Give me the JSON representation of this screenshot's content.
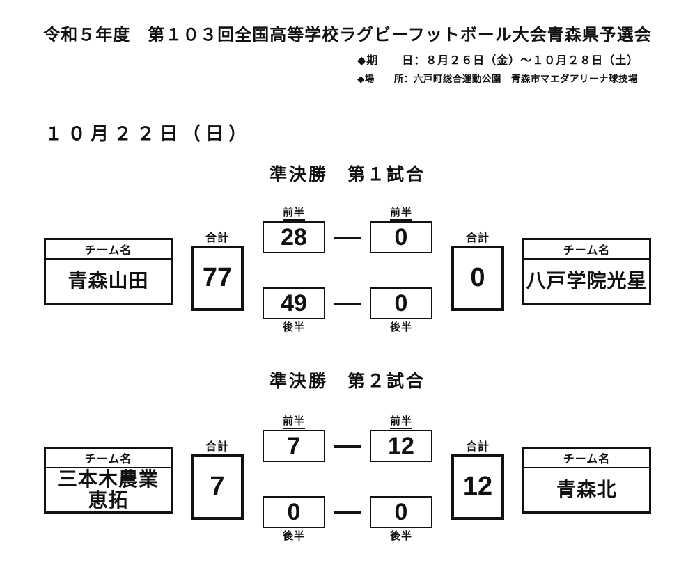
{
  "header": {
    "title": "令和５年度　第１０３回全国高等学校ラグビーフットボール大会青森県予選会",
    "period_line": "◆期　　日：８月２６日（金）～１０月２８日（土）",
    "venue_line": "◆場　　所：六戸町総合運動公園　青森市マエダアリーナ球技場"
  },
  "date_heading": "１０月２２日（日）",
  "labels": {
    "team_name": "チーム名",
    "total": "合計",
    "first_half": "前半",
    "second_half": "後半"
  },
  "matches": [
    {
      "title": "準決勝　第１試合",
      "left": {
        "name": "青森山田",
        "total": "77",
        "first_half": "28",
        "second_half": "49"
      },
      "right": {
        "name": "八戸学院光星",
        "total": "0",
        "first_half": "0",
        "second_half": "0"
      }
    },
    {
      "title": "準決勝　第２試合",
      "left": {
        "name": "三本木農業\n恵拓",
        "total": "7",
        "first_half": "7",
        "second_half": "0"
      },
      "right": {
        "name": "青森北",
        "total": "12",
        "first_half": "12",
        "second_half": "0"
      }
    }
  ],
  "colors": {
    "ink": "#111111",
    "background": "#ffffff"
  }
}
